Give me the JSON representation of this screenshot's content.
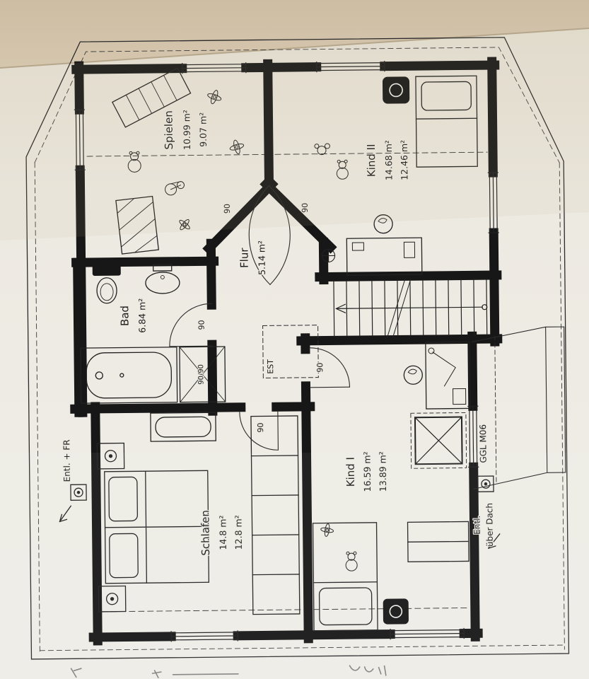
{
  "photo": {
    "band_color": "#d3c3ab",
    "paper_color": "#ece9e1",
    "line_color": "#1d1d1d"
  },
  "rooms": [
    {
      "id": "spielen",
      "name": "Spielen",
      "area_full": "10.99 m²",
      "area_reduced": "9.07 m²"
    },
    {
      "id": "kind2",
      "name": "Kind II",
      "area_full": "14.68 m²",
      "area_reduced": "12.46 m²"
    },
    {
      "id": "flur",
      "name": "Flur",
      "area_full": "5.14 m²",
      "area_reduced": ""
    },
    {
      "id": "bad",
      "name": "Bad",
      "area_full": "6.84 m²",
      "area_reduced": ""
    },
    {
      "id": "schlafen",
      "name": "Schlafen",
      "area_full": "14.8 m²",
      "area_reduced": "12.8 m²"
    },
    {
      "id": "kind1",
      "name": "Kind I",
      "area_full": "16.59 m²",
      "area_reduced": "13.89 m²"
    }
  ],
  "doors": {
    "width_label": "90"
  },
  "fixtures": {
    "shower_label": "90/90",
    "screed_label": "EST"
  },
  "annotations": {
    "vent_left": "Entl. + FR",
    "roof_window": "GGL M06",
    "vent_right_line1": "Entl.",
    "vent_right_line2": "über Dach"
  }
}
